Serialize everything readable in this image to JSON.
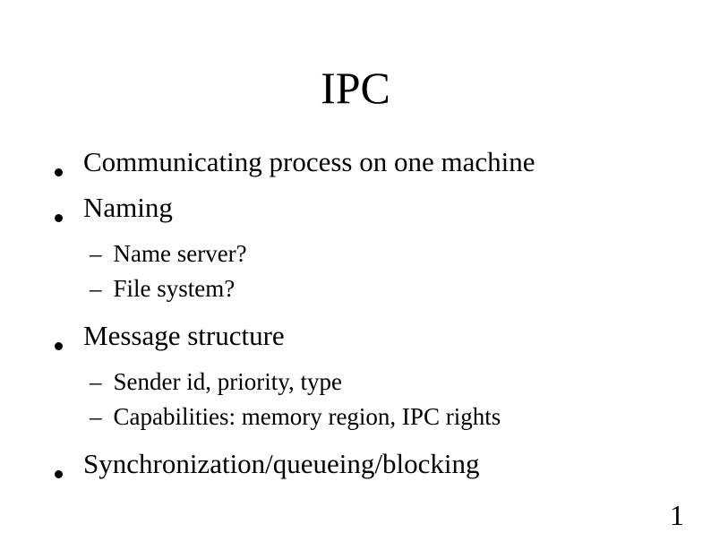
{
  "slide": {
    "title": "IPC",
    "bullets": [
      {
        "level": 1,
        "text": "Communicating process on one machine"
      },
      {
        "level": 1,
        "text": "Naming"
      },
      {
        "level": 2,
        "text": "Name server?"
      },
      {
        "level": 2,
        "text": "File system?"
      },
      {
        "level": 1,
        "text": "Message structure"
      },
      {
        "level": 2,
        "text": "Sender id, priority, type"
      },
      {
        "level": 2,
        "text": "Capabilities: memory region, IPC rights"
      },
      {
        "level": 1,
        "text": "Synchronization/queueing/blocking"
      }
    ],
    "markers": {
      "level1": "dot",
      "level2": "–"
    },
    "page_number": "1",
    "colors": {
      "background": "#ffffff",
      "text": "#000000"
    }
  }
}
